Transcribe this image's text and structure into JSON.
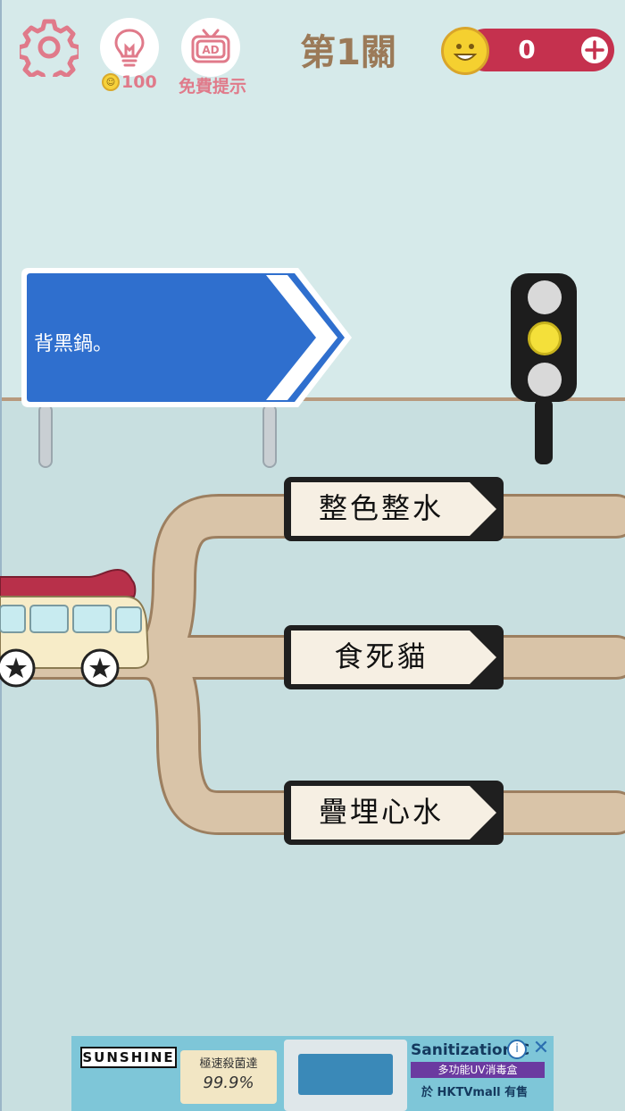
{
  "header": {
    "level_title": "第1關",
    "hint_cost": "100",
    "ad_icon_text": "AD",
    "free_hint_label": "免費提示",
    "coins": "0"
  },
  "question_sign": {
    "text": "背黑鍋。",
    "color": "#2f6fce"
  },
  "traffic_light": {
    "active_lamp": "middle",
    "active_color": "#f4e03a"
  },
  "answers": [
    {
      "label": "整色整水"
    },
    {
      "label": "食死貓"
    },
    {
      "label": "疊埋心水"
    }
  ],
  "ad": {
    "brand": "SUNSHINE",
    "scroll_text": "極速殺菌達",
    "scroll_percent": "99.9%",
    "title": "Sanitization C",
    "subtitle": "多功能UV消毒盒",
    "mall_text": "於 HKTVmall 有售",
    "info_icon": "i",
    "close_icon": "✕"
  },
  "colors": {
    "accent_pink": "#e07a8a",
    "coin_bar": "#c5314e",
    "level_text": "#9b7a58",
    "road": "#d9c4a8"
  }
}
